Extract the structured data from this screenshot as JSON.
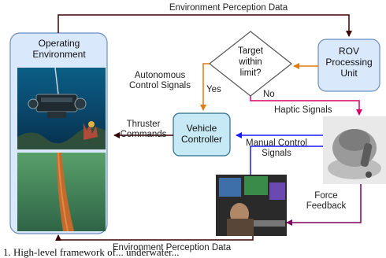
{
  "diagram": {
    "top_label": "Environment Perception Data",
    "bottom_label": "Environment Perception Data",
    "operating_environment": "Operating Environment",
    "rov_processing_unit": "ROV Processing Unit",
    "decision": "Target within limit?",
    "yes_label": "Yes",
    "no_label": "No",
    "autonomous_label": "Autonomous Control Signals",
    "thruster_label": "Thruster Commands",
    "vehicle_controller": "Vehicle Controller",
    "haptic_label": "Haptic Signals",
    "manual_label": "Manual Control Signals",
    "force_label": "Force Feedback",
    "colors": {
      "env_fill": "#dae8fc",
      "env_stroke": "#6c8ebf",
      "orange": "#e07b10",
      "magenta": "#d9006c",
      "blue": "#1a1aff",
      "purple": "#800060",
      "dark": "#3a0000"
    }
  },
  "caption": "1.   High-level framework of... underwater..."
}
